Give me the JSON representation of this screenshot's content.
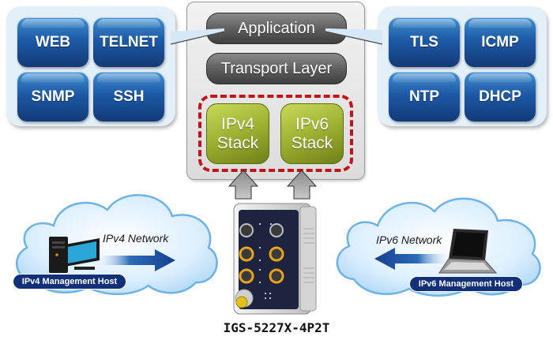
{
  "left_panel": {
    "protocols": [
      "WEB",
      "TELNET",
      "SNMP",
      "SSH"
    ]
  },
  "right_panel": {
    "protocols": [
      "TLS",
      "ICMP",
      "NTP",
      "DHCP"
    ]
  },
  "stack": {
    "application_label": "Application",
    "transport_label": "Transport Layer",
    "ipv4": {
      "line1": "IPv4",
      "line2": "Stack"
    },
    "ipv6": {
      "line1": "IPv6",
      "line2": "Stack"
    }
  },
  "ipv4_side": {
    "network_label": "IPv4 Network",
    "host_label": "IPv4 Management Host",
    "host_icon": "desktop-computer-icon"
  },
  "ipv6_side": {
    "network_label": "IPv6 Network",
    "host_label": "IPv6 Management Host",
    "host_icon": "laptop-icon"
  },
  "device": {
    "model": "IGS-5227X-4P2T",
    "icon": "industrial-switch-icon"
  },
  "colors": {
    "protocol_blue": "#1d5aa6",
    "panel_bg": "#e3f0fa",
    "layer_gray": "#5c5c5c",
    "stack_green": "#a3b534",
    "dashed_red": "#c4121b",
    "badge_navy": "#12307a"
  }
}
